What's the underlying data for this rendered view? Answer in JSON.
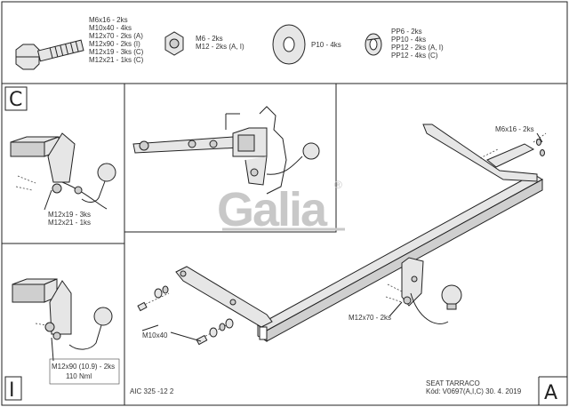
{
  "hardware": {
    "bolt_lines": [
      "M6x16 - 2ks",
      "M10x40 - 4ks",
      "M12x70 - 2ks (A)",
      "M12x90 - 2ks (I)",
      "M12x19 - 3ks (C)",
      "M12x21 - 1ks (C)"
    ],
    "nut_lines": [
      "M6 - 2ks",
      "M12 - 2ks (A, I)"
    ],
    "washer_label": "P10 - 4ks",
    "spring_lines": [
      "PP6 - 2ks",
      "PP10 - 4ks",
      "PP12 - 2ks (A, I)",
      "PP12 - 4ks (C)"
    ]
  },
  "panels": {
    "c_letter": "C",
    "c_callout_lines": [
      "M12x19 - 3ks",
      "M12x21 - 1ks"
    ],
    "i_letter": "I",
    "i_callout_lines": [
      "M12x90 (10.9) - 2ks",
      "110 Nml"
    ],
    "a_letter": "A"
  },
  "main": {
    "m6_label": "M6x16 - 2ks",
    "m12_label": "M12x70 - 2ks",
    "m10_label": "M10x40"
  },
  "footer": {
    "code": "AIC 325 -12 2",
    "vehicle": "SEAT TARRACO",
    "kod": "Kód: V0697(A,I,C)  30. 4. 2019"
  },
  "logo": {
    "text": "Galia",
    "mark": "®"
  }
}
